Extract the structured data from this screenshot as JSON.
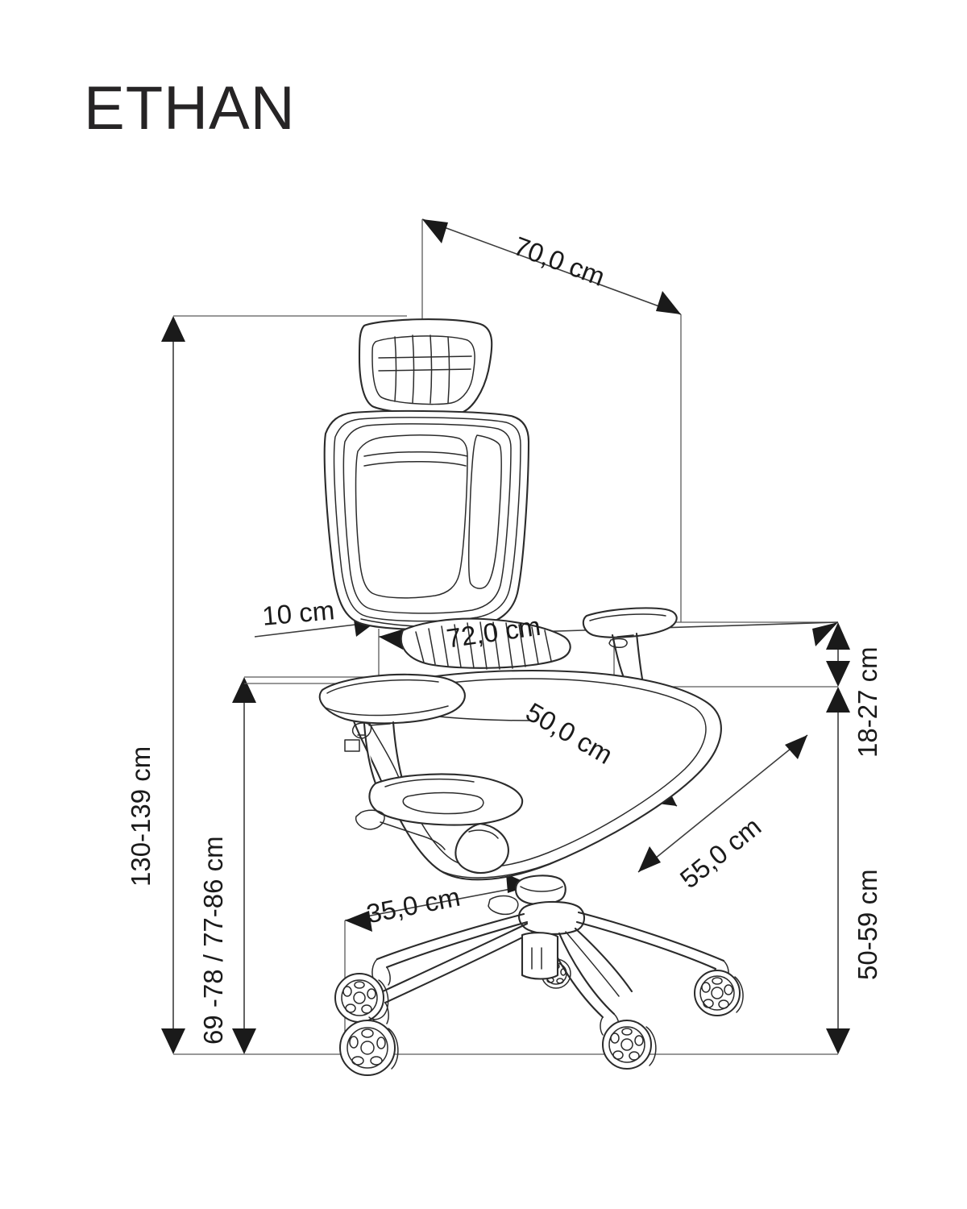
{
  "title": "ETHAN",
  "product": {
    "name": "ETHAN",
    "type": "office-chair-dimension-drawing"
  },
  "dimensions": {
    "overall_depth": "70,0 cm",
    "total_height_range": "130-139 cm",
    "back_height_range": "69 -78 / 77-86 cm",
    "armrest_height_range": "18-27 cm",
    "seat_height_range": "50-59 cm",
    "headrest_adjustment": "10 cm",
    "overall_width": "72,0 cm",
    "seat_width": "50,0 cm",
    "seat_depth": "55,0 cm",
    "base_radius": "35,0 cm"
  },
  "colors": {
    "line": "#2b2b2b",
    "dimension_line": "#3c3c3c",
    "text": "#1a1a1a",
    "background": "#ffffff"
  }
}
